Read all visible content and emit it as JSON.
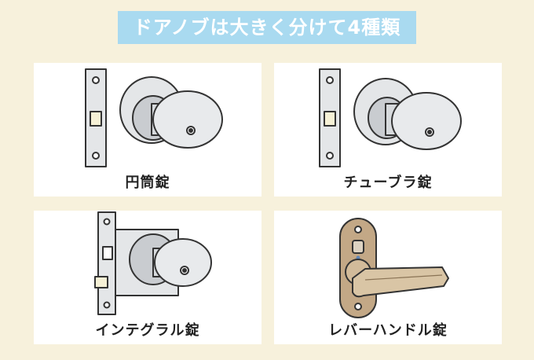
{
  "title": "ドアノブは大きく分けて4種類",
  "cards": [
    {
      "label": "円筒錠"
    },
    {
      "label": "チューブラ錠"
    },
    {
      "label": "インテグラル錠"
    },
    {
      "label": "レバーハンドル錠"
    }
  ],
  "colors": {
    "background": "#f7f1dc",
    "title_bg": "#a9daf0",
    "card_bg": "#ffffff",
    "metal": "#e4e6e8",
    "metal_shadow": "#c9ccd0",
    "lever_brass": "#c3a886"
  }
}
